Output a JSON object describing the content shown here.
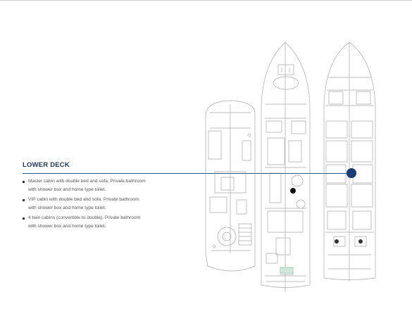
{
  "section": {
    "title": "LOWER DECK"
  },
  "features": [
    {
      "line1": "Master cabin with double bed and sofa.  Private bathroom",
      "line2": "with shower box and home type toilet."
    },
    {
      "line1": "VIP cabin with double bed and sofa.  Private bathroom",
      "line2": "with shower box and home type toilet."
    },
    {
      "line1": "4 twin cabins (convertible to double).  Private bathroom",
      "line2": "with shower box and home type toilet."
    }
  ],
  "colors": {
    "accent": "#1c3a78",
    "title": "#1d3557",
    "plan_line": "#9a9a9a"
  }
}
